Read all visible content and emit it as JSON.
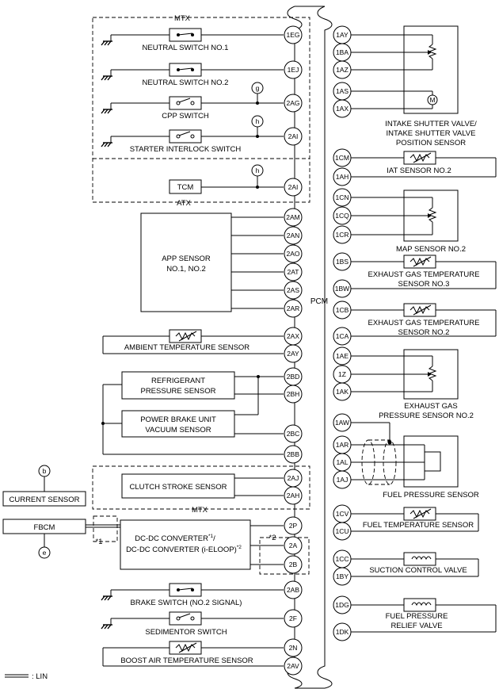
{
  "pcm_label": "PCM",
  "groups": {
    "mtx": "MTX",
    "atx": "ATX",
    "mtx_lower": "MTX"
  },
  "left_pins": {
    "1EG": "1EG",
    "1EJ": "1EJ",
    "2AG": "2AG",
    "2AI_a": "2AI",
    "2AI_b": "2AI",
    "2AM": "2AM",
    "2AN": "2AN",
    "2AO": "2AO",
    "2AT": "2AT",
    "2AS": "2AS",
    "2AR": "2AR",
    "2AX": "2AX",
    "2AY": "2AY",
    "2BD": "2BD",
    "2BH": "2BH",
    "2BC": "2BC",
    "2BB": "2BB",
    "2AJ": "2AJ",
    "2AH": "2AH",
    "2P": "2P",
    "2A": "2A",
    "2B": "2B",
    "2AB": "2AB",
    "2F": "2F",
    "2N": "2N",
    "2AV": "2AV"
  },
  "right_pins": {
    "1AY": "1AY",
    "1BA": "1BA",
    "1AZ": "1AZ",
    "1AS": "1AS",
    "1AX": "1AX",
    "1CM": "1CM",
    "1AH": "1AH",
    "1CN": "1CN",
    "1CQ": "1CQ",
    "1CR": "1CR",
    "1BS": "1BS",
    "1BW": "1BW",
    "1CB": "1CB",
    "1CA": "1CA",
    "1AE": "1AE",
    "1Z": "1Z",
    "1AK": "1AK",
    "1AW": "1AW",
    "1AR": "1AR",
    "1AL": "1AL",
    "1AJ": "1AJ",
    "1CV": "1CV",
    "1CU": "1CU",
    "1CC": "1CC",
    "1BY": "1BY",
    "1DG": "1DG",
    "1DK": "1DK"
  },
  "connectors": {
    "g": "g",
    "h1": "h",
    "h2": "h",
    "b": "b",
    "e": "e"
  },
  "left_labels": {
    "neutral1": "NEUTRAL SWITCH NO.1",
    "neutral2": "NEUTRAL SWITCH NO.2",
    "cpp": "CPP SWITCH",
    "starter": "STARTER INTERLOCK SWITCH",
    "tcm": "TCM",
    "app_1": "APP SENSOR",
    "app_2": "NO.1, NO.2",
    "ambient": "AMBIENT TEMPERATURE SENSOR",
    "refrig_1": "REFRIGERANT",
    "refrig_2": "PRESSURE SENSOR",
    "pbu_1": "POWER BRAKE UNIT",
    "pbu_2": "VACUUM SENSOR",
    "clutch": "CLUTCH STROKE SENSOR",
    "current": "CURRENT SENSOR",
    "fbcm": "FBCM",
    "dcdc_1": "DC-DC CONVERTER",
    "dcdc_1_sup": "*1",
    "dcdc_1_tail": "/",
    "dcdc_2": "DC-DC CONVERTER (i-ELOOP)",
    "dcdc_2_sup": "*2",
    "star1": "*1",
    "star2": "*2",
    "brake": "BRAKE SWITCH (NO.2 SIGNAL)",
    "sedimentor": "SEDIMENTOR SWITCH",
    "boost": "BOOST AIR TEMPERATURE SENSOR"
  },
  "right_labels": {
    "intake_1": "INTAKE SHUTTER VALVE/",
    "intake_2": "INTAKE SHUTTER VALVE",
    "intake_3": "POSITION SENSOR",
    "iat": "IAT SENSOR NO.2",
    "map": "MAP SENSOR NO.2",
    "egt3_1": "EXHAUST GAS TEMPERATURE",
    "egt3_2": "SENSOR NO.3",
    "egt2_1": "EXHAUST GAS TEMPERATURE",
    "egt2_2": "SENSOR NO.2",
    "egp_1": "EXHAUST GAS",
    "egp_2": "PRESSURE SENSOR NO.2",
    "fuelp": "FUEL PRESSURE SENSOR",
    "fuelt": "FUEL TEMPERATURE SENSOR",
    "suction": "SUCTION CONTROL VALVE",
    "relief_1": "FUEL PRESSURE",
    "relief_2": "RELIEF VALVE"
  },
  "legend": {
    "lin": ": LIN"
  }
}
